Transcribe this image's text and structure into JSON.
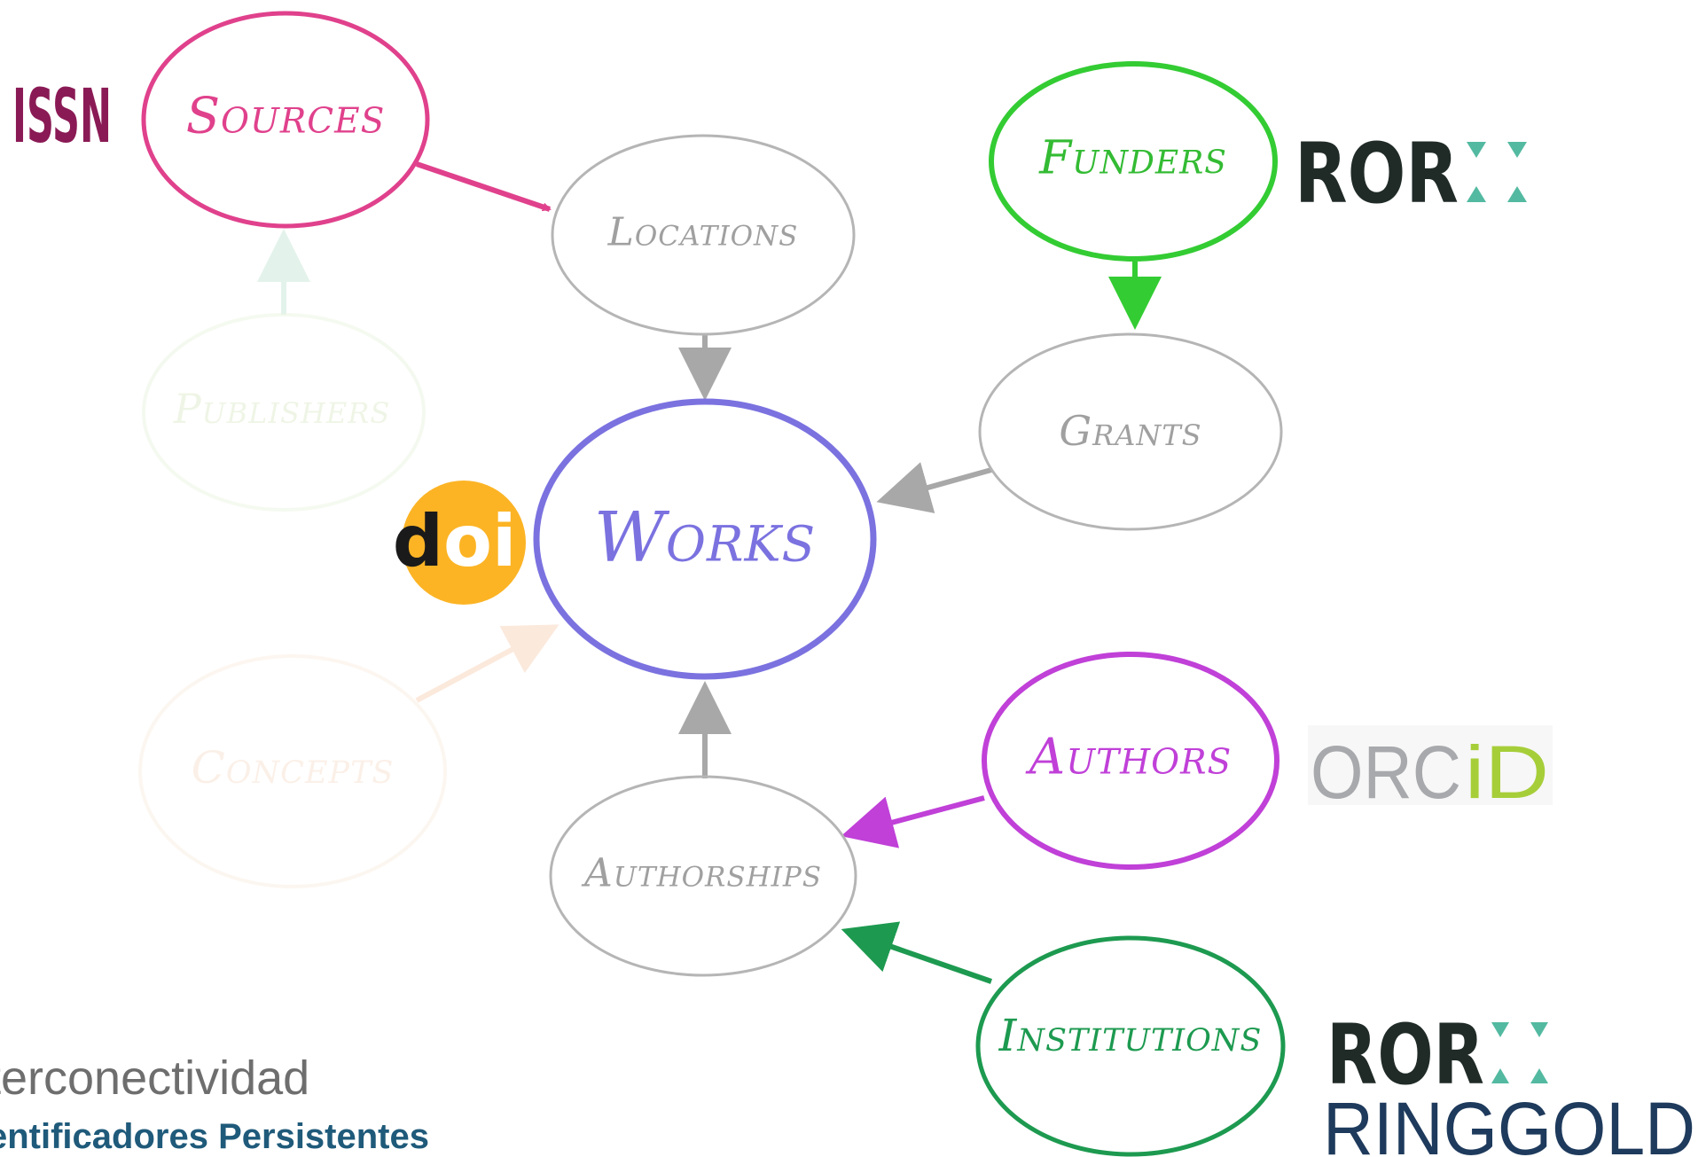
{
  "nodes": {
    "sources": "Sources",
    "locations": "Locations",
    "publishers": "Publishers",
    "works": "Works",
    "funders": "Funders",
    "grants": "Grants",
    "concepts": "Concepts",
    "authors": "Authors",
    "authorships": "Authorships",
    "institutions": "Institutions"
  },
  "logos": {
    "issn": "ISSN",
    "doi_d": "d",
    "doi_oi": "oi",
    "ror": "ROR",
    "orcid_orc": "ORC",
    "orcid_id": "iD",
    "ringgold": "RINGGOLD"
  },
  "caption": {
    "line1": "terconectividad",
    "line2": "entificadores Persistentes"
  },
  "colors": {
    "sources": "#e0418c",
    "funders": "#33cc33",
    "works": "#7b72e0",
    "authors": "#c040d8",
    "institutions": "#1d9a50",
    "neutral": "#b0b0b0",
    "ror_dark": "#202b28",
    "ror_accent": "#53baa1",
    "orcid_green": "#a6ce39",
    "doi_yellow": "#fcb425",
    "issn_purple": "#8a1a55"
  }
}
